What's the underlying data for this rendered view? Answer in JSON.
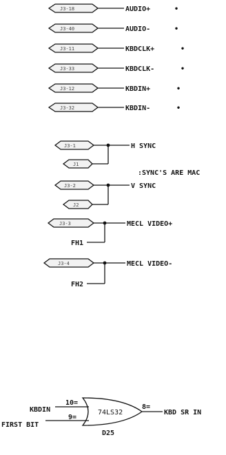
{
  "signals": [
    {
      "conn": "J3-18",
      "label": "AUDIO+",
      "mark": "•"
    },
    {
      "conn": "J3-40",
      "label": "AUDIO-",
      "mark": "•"
    },
    {
      "conn": "J3-11",
      "label": "KBDCLK+",
      "mark": "•"
    },
    {
      "conn": "J3-33",
      "label": "KBDCLK-",
      "mark": "•"
    },
    {
      "conn": "J3-12",
      "label": "KBDIN+",
      "mark": "•"
    },
    {
      "conn": "J3-32",
      "label": "KBDIN-",
      "mark": "•"
    }
  ],
  "sync": {
    "h_conn": "J3-1",
    "h_sub_conn": "J1",
    "h_label": "H SYNC",
    "note": ":SYNC'S ARE MAC",
    "v_conn": "J3-2",
    "v_sub_conn": "J2",
    "v_label": "V SYNC"
  },
  "video": [
    {
      "conn": "J3-3",
      "label": "MECL VIDEO+",
      "sub": "FH1"
    },
    {
      "conn": "J3-4",
      "label": "MECL VIDEO-",
      "sub": "FH2"
    }
  ],
  "gate": {
    "part": "74LS32",
    "designator": "D25",
    "input_a_label": "KBDIN",
    "input_a_pin": "10=",
    "input_b_label": "FIRST BIT",
    "input_b_pin": "9=",
    "output_pin": "8=",
    "output_label": "KBD SR IN"
  }
}
